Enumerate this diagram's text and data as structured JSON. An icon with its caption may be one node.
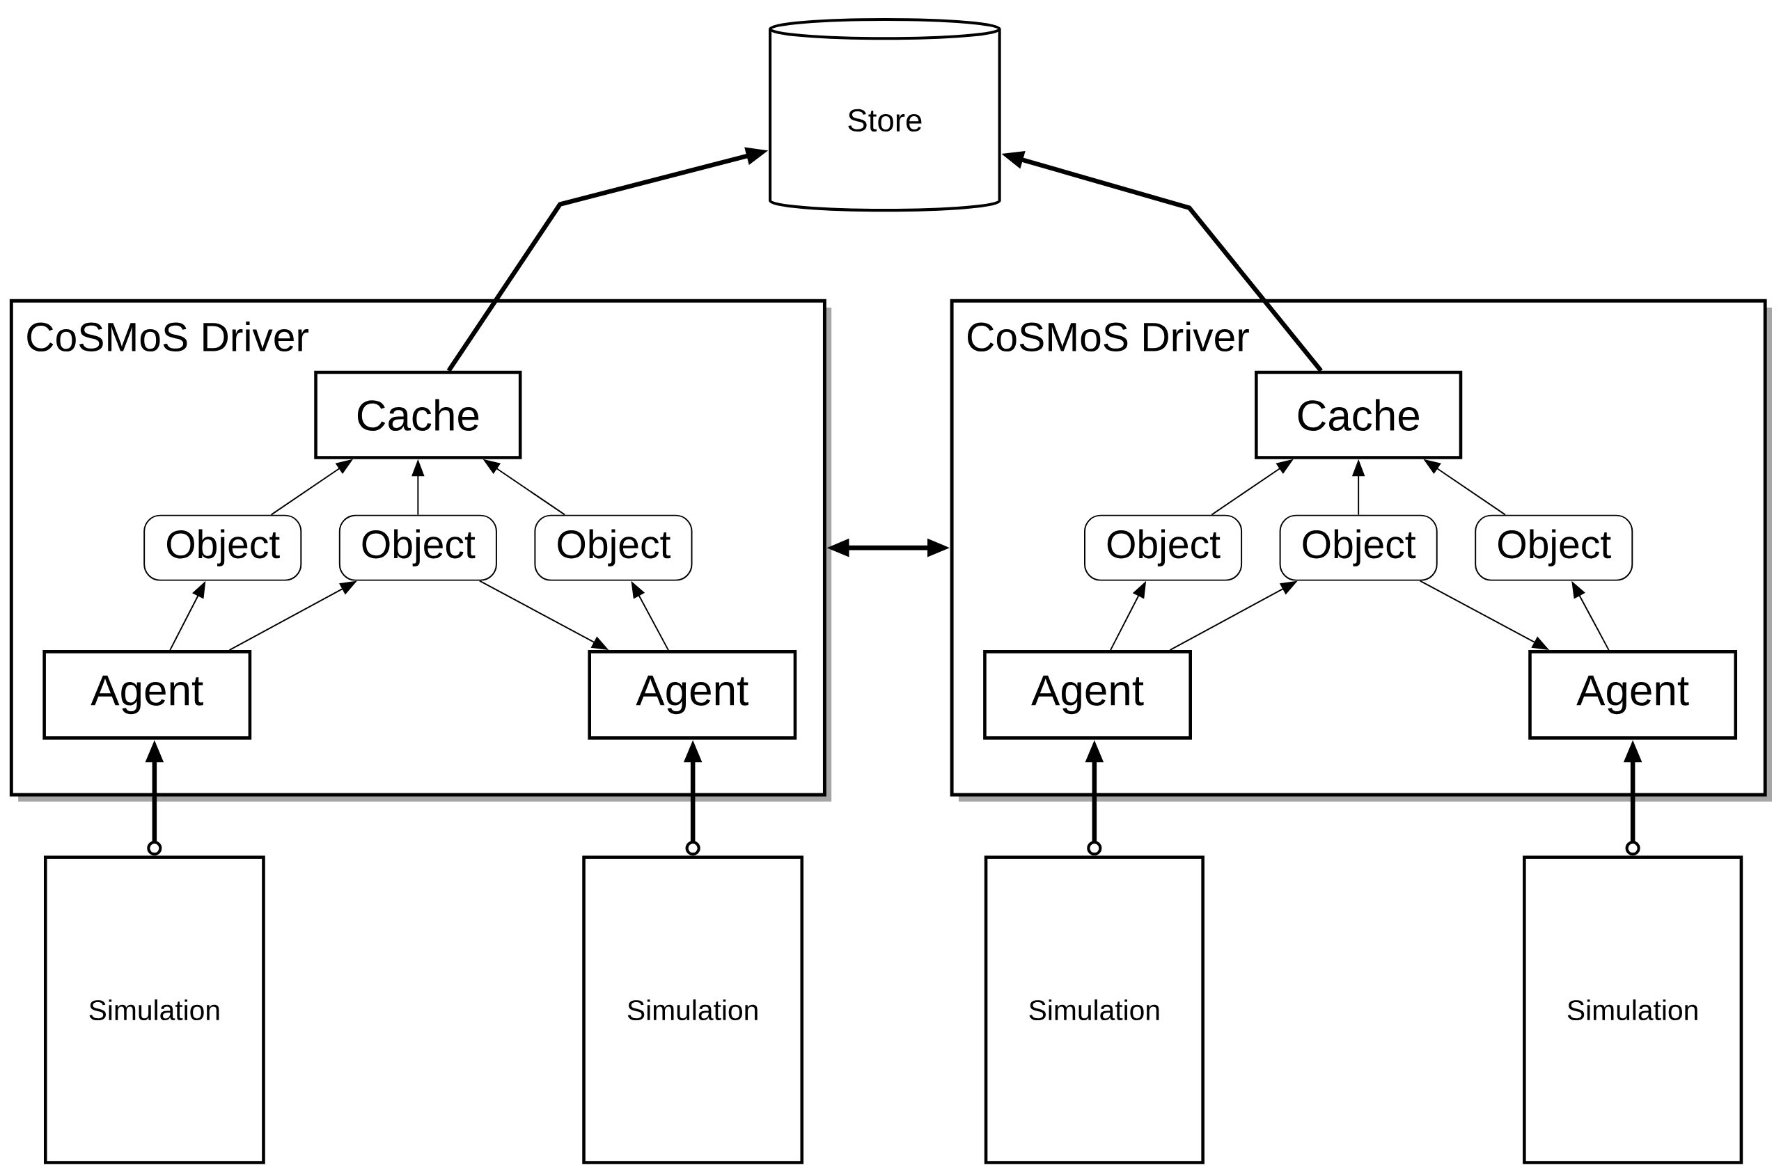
{
  "diagram": {
    "nodes": [
      {
        "text": [
          "Store"
        ]
      },
      {
        "text": [
          "CoSMoS Driver"
        ]
      },
      {
        "text": [
          "Cache"
        ],
        "in": 1
      },
      {
        "text": [
          "Object"
        ],
        "in": 1
      },
      {
        "text": [
          "Object"
        ],
        "in": 1
      },
      {
        "text": [
          "Object"
        ],
        "in": 1
      },
      {
        "text": [
          "Agent"
        ],
        "in": 1
      },
      {
        "text": [
          "Agent"
        ],
        "in": 1
      },
      {
        "text": [
          "CoSMoS Driver"
        ]
      },
      {
        "text": [
          "Cache"
        ],
        "in": 8
      },
      {
        "text": [
          "Object"
        ],
        "in": 8
      },
      {
        "text": [
          "Object"
        ],
        "in": 8
      },
      {
        "text": [
          "Object"
        ],
        "in": 8
      },
      {
        "text": [
          "Agent"
        ],
        "in": 8
      },
      {
        "text": [
          "Agent"
        ],
        "in": 8
      },
      {
        "text": [
          "Simulation"
        ]
      },
      {
        "text": [
          "Simulation"
        ]
      },
      {
        "text": [
          "Simulation"
        ]
      },
      {
        "text": [
          "Simulation"
        ]
      }
    ],
    "edges": [
      {
        "from": 2,
        "to": 0,
        "arrow": "to",
        "style": "thick"
      },
      {
        "from": 9,
        "to": 0,
        "arrow": "to",
        "style": "thick"
      },
      {
        "from": 3,
        "to": 2,
        "arrow": "to"
      },
      {
        "from": 4,
        "to": 2,
        "arrow": "to"
      },
      {
        "from": 5,
        "to": 2,
        "arrow": "to"
      },
      {
        "from": 6,
        "to": 3,
        "arrow": "to"
      },
      {
        "from": 6,
        "to": 4,
        "arrow": "to"
      },
      {
        "from": 4,
        "to": 7,
        "arrow": "to"
      },
      {
        "from": 7,
        "to": 5,
        "arrow": "to"
      },
      {
        "from": 1,
        "to": 8,
        "arrow": "both",
        "style": "thick"
      },
      {
        "from": 10,
        "to": 9,
        "arrow": "to"
      },
      {
        "from": 11,
        "to": 9,
        "arrow": "to"
      },
      {
        "from": 12,
        "to": 9,
        "arrow": "to"
      },
      {
        "from": 13,
        "to": 10,
        "arrow": "to"
      },
      {
        "from": 13,
        "to": 11,
        "arrow": "to"
      },
      {
        "from": 11,
        "to": 14,
        "arrow": "to"
      },
      {
        "from": 14,
        "to": 12,
        "arrow": "to"
      },
      {
        "from": 15,
        "to": 6,
        "arrow": "to",
        "style": "thick"
      },
      {
        "from": 16,
        "to": 7,
        "arrow": "to",
        "style": "thick"
      },
      {
        "from": 17,
        "to": 13,
        "arrow": "to",
        "style": "thick"
      },
      {
        "from": 18,
        "to": 14,
        "arrow": "to",
        "style": "thick"
      }
    ]
  }
}
